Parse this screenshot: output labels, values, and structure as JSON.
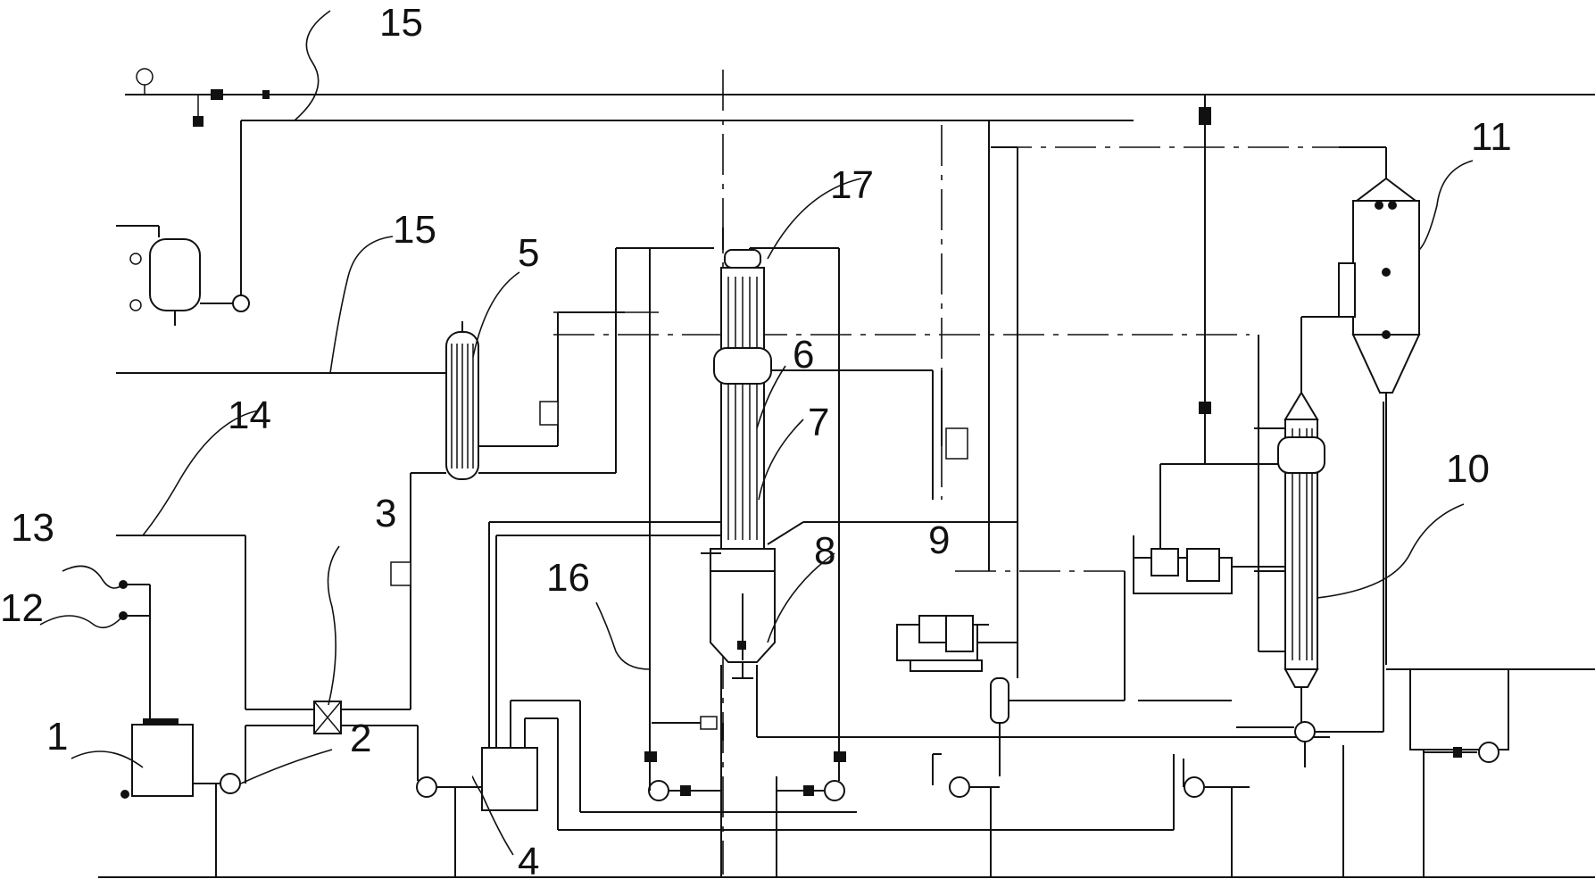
{
  "labels": [
    {
      "key": "n1",
      "text": "1"
    },
    {
      "key": "n2",
      "text": "2"
    },
    {
      "key": "n3",
      "text": "3"
    },
    {
      "key": "n4",
      "text": "4"
    },
    {
      "key": "n5",
      "text": "5"
    },
    {
      "key": "n6",
      "text": "6"
    },
    {
      "key": "n7",
      "text": "7"
    },
    {
      "key": "n8",
      "text": "8"
    },
    {
      "key": "n9",
      "text": "9"
    },
    {
      "key": "n10",
      "text": "10"
    },
    {
      "key": "n11",
      "text": "11"
    },
    {
      "key": "n12",
      "text": "12"
    },
    {
      "key": "n13",
      "text": "13"
    },
    {
      "key": "n14",
      "text": "14"
    },
    {
      "key": "n15a",
      "text": "15"
    },
    {
      "key": "n15b",
      "text": "15"
    },
    {
      "key": "n16",
      "text": "16"
    },
    {
      "key": "n17",
      "text": "17"
    }
  ],
  "colors": {
    "line": "#111111",
    "background": "#ffffff"
  }
}
